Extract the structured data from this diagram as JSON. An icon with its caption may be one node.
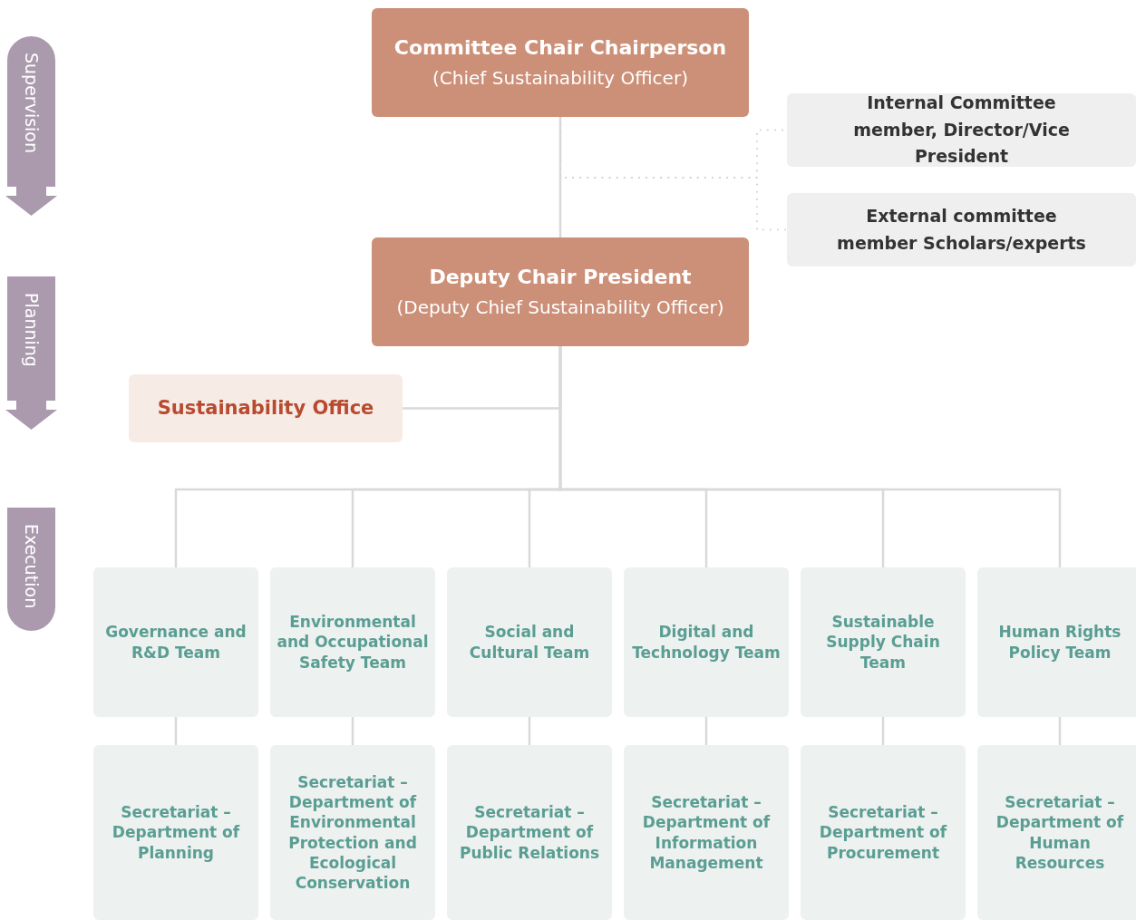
{
  "diagram": {
    "nodes": [
      {
        "text": [
          "Supervision"
        ]
      },
      {
        "text": [
          "Planning"
        ]
      },
      {
        "text": [
          "Execution"
        ]
      },
      {
        "text": [
          "Committee Chair Chairperson",
          "(Chief Sustainability Officer)"
        ]
      },
      {
        "text": [
          "Internal Committee member, Director/Vice President"
        ]
      },
      {
        "text": [
          "External committee member Scholars/experts"
        ]
      },
      {
        "text": [
          "Deputy Chair President",
          "(Deputy Chief Sustainability Officer)"
        ]
      },
      {
        "text": [
          "Sustainability Office"
        ]
      },
      {
        "text": [
          "Governance and R&D Team"
        ]
      },
      {
        "text": [
          "Environmental and Occupational Safety Team"
        ]
      },
      {
        "text": [
          "Social and Cultural Team"
        ]
      },
      {
        "text": [
          "Digital and Technology Team"
        ]
      },
      {
        "text": [
          "Sustainable Supply Chain Team"
        ]
      },
      {
        "text": [
          "Human Rights Policy Team"
        ]
      },
      {
        "text": [
          "Secretariat – Department of Planning"
        ]
      },
      {
        "text": [
          "Secretariat – Department of Environmental Protection and Ecological Conservation"
        ]
      },
      {
        "text": [
          "Secretariat – Department of Public Relations"
        ]
      },
      {
        "text": [
          "Secretariat – Department of Information Management"
        ]
      },
      {
        "text": [
          "Secretariat – Department of Procurement"
        ]
      },
      {
        "text": [
          "Secretariat – Department of Human Resources"
        ]
      }
    ],
    "edges": [
      {
        "from": 3,
        "to": 6,
        "arrow": "none"
      },
      {
        "from": 3,
        "to": 4,
        "arrow": "none",
        "style": "dashed"
      },
      {
        "from": 3,
        "to": 5,
        "arrow": "none",
        "style": "dashed"
      },
      {
        "from": 6,
        "to": 7,
        "arrow": "none"
      },
      {
        "from": 6,
        "to": 8,
        "arrow": "none"
      },
      {
        "from": 6,
        "to": 9,
        "arrow": "none"
      },
      {
        "from": 6,
        "to": 10,
        "arrow": "none"
      },
      {
        "from": 6,
        "to": 11,
        "arrow": "none"
      },
      {
        "from": 6,
        "to": 12,
        "arrow": "none"
      },
      {
        "from": 6,
        "to": 13,
        "arrow": "none"
      },
      {
        "from": 8,
        "to": 14,
        "arrow": "none"
      },
      {
        "from": 9,
        "to": 15,
        "arrow": "none"
      },
      {
        "from": 10,
        "to": 16,
        "arrow": "none"
      },
      {
        "from": 11,
        "to": 17,
        "arrow": "none"
      },
      {
        "from": 12,
        "to": 18,
        "arrow": "none"
      },
      {
        "from": 13,
        "to": 19,
        "arrow": "none"
      }
    ]
  }
}
